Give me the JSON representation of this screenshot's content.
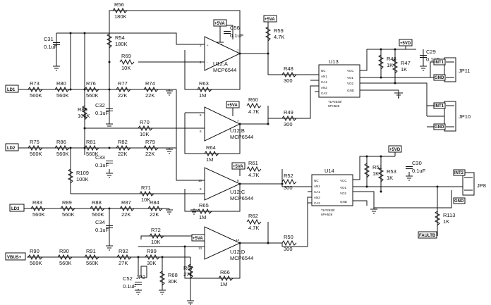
{
  "resistors": [
    {
      "ref": "R56",
      "val": "180K"
    },
    {
      "ref": "R54",
      "val": "180K"
    },
    {
      "ref": "R69",
      "val": "10K"
    },
    {
      "ref": "R59",
      "val": "4.7K"
    },
    {
      "ref": "R48",
      "val": "300"
    },
    {
      "ref": "R46",
      "val": "1K"
    },
    {
      "ref": "R47",
      "val": "1K"
    },
    {
      "ref": "R73",
      "val": "560K"
    },
    {
      "ref": "R80",
      "val": "560K"
    },
    {
      "ref": "R76",
      "val": "560K"
    },
    {
      "ref": "R77",
      "val": "22K"
    },
    {
      "ref": "R74",
      "val": "22K"
    },
    {
      "ref": "R63",
      "val": "1M"
    },
    {
      "ref": "R85",
      "val": "100K"
    },
    {
      "ref": "R60",
      "val": "4.7K"
    },
    {
      "ref": "R70",
      "val": "10K"
    },
    {
      "ref": "R49",
      "val": "300"
    },
    {
      "ref": "R75",
      "val": "560K"
    },
    {
      "ref": "R86",
      "val": "560K"
    },
    {
      "ref": "R81",
      "val": "560K"
    },
    {
      "ref": "R82",
      "val": "22K"
    },
    {
      "ref": "R79",
      "val": "22K"
    },
    {
      "ref": "R64",
      "val": "1M"
    },
    {
      "ref": "R109",
      "val": "100K"
    },
    {
      "ref": "R61",
      "val": "4.7K"
    },
    {
      "ref": "R52",
      "val": "300"
    },
    {
      "ref": "R51",
      "val": "1K"
    },
    {
      "ref": "R53",
      "val": "1K"
    },
    {
      "ref": "R71",
      "val": "10K"
    },
    {
      "ref": "R83",
      "val": "560K"
    },
    {
      "ref": "R89",
      "val": "560K"
    },
    {
      "ref": "R88",
      "val": "560K"
    },
    {
      "ref": "R87",
      "val": "22K"
    },
    {
      "ref": "R84",
      "val": "22K"
    },
    {
      "ref": "R65",
      "val": "1M"
    },
    {
      "ref": "R113",
      "val": "1K"
    },
    {
      "ref": "R72",
      "val": "10K"
    },
    {
      "ref": "R62",
      "val": "4.7K"
    },
    {
      "ref": "R50",
      "val": "300"
    },
    {
      "ref": "R90",
      "val": "560K"
    },
    {
      "ref": "R90",
      "val": "560K"
    },
    {
      "ref": "R91",
      "val": "560K"
    },
    {
      "ref": "R92",
      "val": "27K"
    },
    {
      "ref": "R99",
      "val": "30K"
    },
    {
      "ref": "R68",
      "val": "30K"
    },
    {
      "ref": "R67",
      "val": "27K"
    },
    {
      "ref": "R66",
      "val": "1M"
    }
  ],
  "capacitors": [
    {
      "ref": "C31",
      "val": "0.1uF"
    },
    {
      "ref": "C56",
      "val": "0.1uF"
    },
    {
      "ref": "C29",
      "val": "0.1uF"
    },
    {
      "ref": "C32",
      "val": "0.1uF"
    },
    {
      "ref": "C33",
      "val": "0.1uF"
    },
    {
      "ref": "C30",
      "val": "0.1uF"
    },
    {
      "ref": "C34",
      "val": "0.1uF"
    },
    {
      "ref": "C52",
      "val": "0.1uF"
    }
  ],
  "opamps": [
    {
      "ref": "U12:A",
      "part": "MCP6544"
    },
    {
      "ref": "U12:B",
      "part": "MCP6544"
    },
    {
      "ref": "U12:C",
      "part": "MCP6544"
    },
    {
      "ref": "U12:D",
      "part": "MCP6544"
    }
  ],
  "chips": [
    {
      "ref": "U13",
      "part": "TLP2630/\n6PH526"
    },
    {
      "ref": "U14",
      "part": "TLP2630/\n6PH526"
    }
  ],
  "connectors": [
    "JP11",
    "JP10",
    "JP8",
    "JP2"
  ],
  "net_labels": {
    "in1": "LD1",
    "in2": "LD2",
    "in3": "LD3",
    "in4": "VBUS+",
    "vdd": "+5VA",
    "vdd_iso": "+5VD",
    "j11a": "INT1",
    "j11b": "GND",
    "j10a": "INT1",
    "j10b": "GND",
    "j8a": "INT2",
    "j8b": "GND",
    "fault": "FAULTB"
  },
  "pins": {
    "ua_in": [
      "3",
      "2"
    ],
    "ua_out": "1",
    "ub_in": [
      "5",
      "6"
    ],
    "ub_out": "7",
    "uc_in": [
      "10",
      "9"
    ],
    "uc_out": "8",
    "ud_in": [
      "12",
      "13"
    ],
    "ud_out": "14",
    "chip_left": [
      "NC",
      "AN1",
      "CA1",
      "AN2",
      "CA2"
    ],
    "chip_right": [
      "VCC",
      "VO1",
      "VO2",
      "GND"
    ]
  }
}
